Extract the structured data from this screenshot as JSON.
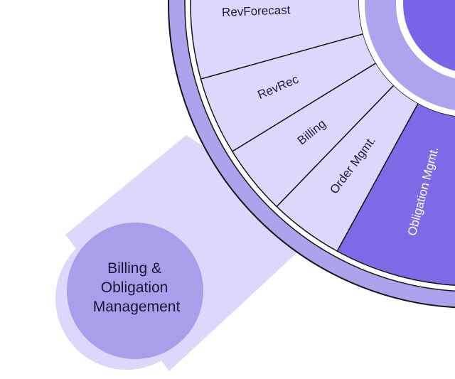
{
  "wheel": {
    "segments": [
      {
        "label": "RevForecast",
        "active": false
      },
      {
        "label": "RevRec",
        "active": false
      },
      {
        "label": "Billing",
        "active": false
      },
      {
        "label": "Order Mgmt.",
        "active": false
      },
      {
        "label": "Obligation Mgmt.",
        "active": true
      }
    ]
  },
  "callout": {
    "lines": [
      "Billing &",
      "Obligation",
      "Management"
    ]
  },
  "colors": {
    "outer_ring": "#aba3ec",
    "segment_fill": "#ddd8fb",
    "segment_active": "#7c6ae6",
    "inner_ring": "#aca4ec",
    "core": "#7a65e8",
    "connector": "#dcd7fb",
    "bubble_outer": "#ddd8fb",
    "bubble_inner": "#a79fe9",
    "outline": "#161616"
  }
}
